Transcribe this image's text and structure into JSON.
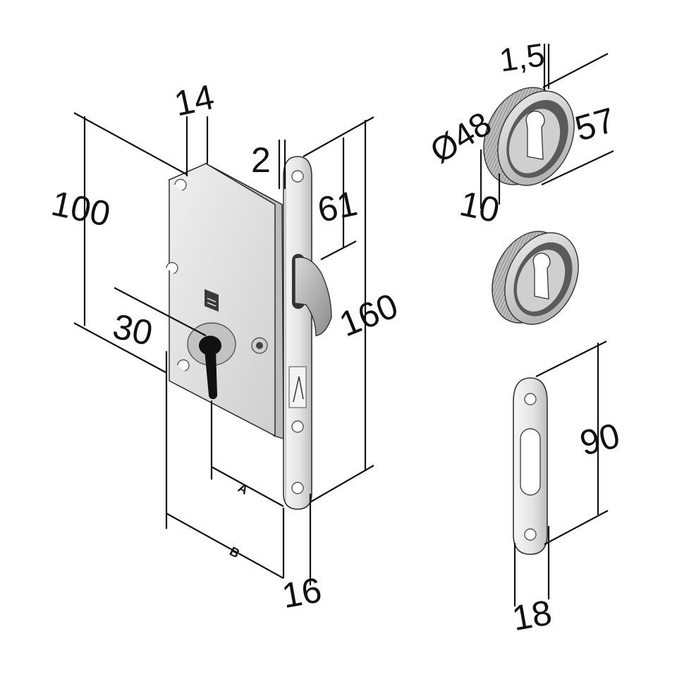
{
  "dimensions": {
    "d14": "14",
    "d100": "100",
    "d2": "2",
    "d61": "61",
    "d160": "160",
    "d30": "30",
    "dA": "A",
    "dB": "B",
    "d16": "16",
    "d1_5": "1,5",
    "d48": "Ø48",
    "d57": "57",
    "d10": "10",
    "d90": "90",
    "d18": "18"
  },
  "colors": {
    "metal_light": "#e4e4e4",
    "metal_mid": "#c6c6c6",
    "metal_dark": "#9a9a9a",
    "rose_inner": "#5a5a5a",
    "key_black": "#111111",
    "line": "#111111"
  }
}
